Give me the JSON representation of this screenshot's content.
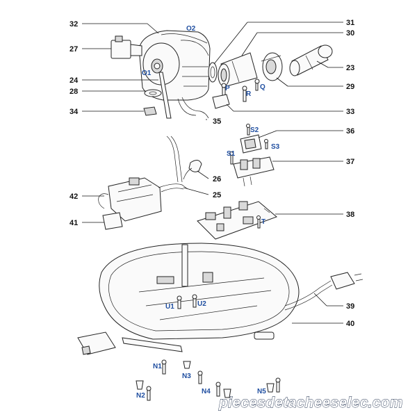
{
  "callouts": {
    "n32": "32",
    "n27": "27",
    "n24": "24",
    "n28": "28",
    "n34": "34",
    "n35": "35",
    "n31": "31",
    "n30": "30",
    "n23": "23",
    "n29": "29",
    "n33": "33",
    "n36": "36",
    "n37": "37",
    "n26": "26",
    "n25": "25",
    "n42": "42",
    "n41": "41",
    "n38": "38",
    "n39": "39",
    "n40": "40"
  },
  "codes": {
    "O2": "O2",
    "O1": "O1",
    "P": "P",
    "R": "R",
    "Q": "Q",
    "S2": "S2",
    "S3": "S3",
    "S1": "S1",
    "T": "T",
    "U1": "U1",
    "U2": "U2",
    "N1": "N1",
    "N2": "N2",
    "N3": "N3",
    "N4": "N4",
    "N5": "N5"
  },
  "watermark": "piecesdetacheeselec.com",
  "colors": {
    "label_blue": "#1f4ea0",
    "line": "#111111",
    "background": "#ffffff"
  }
}
